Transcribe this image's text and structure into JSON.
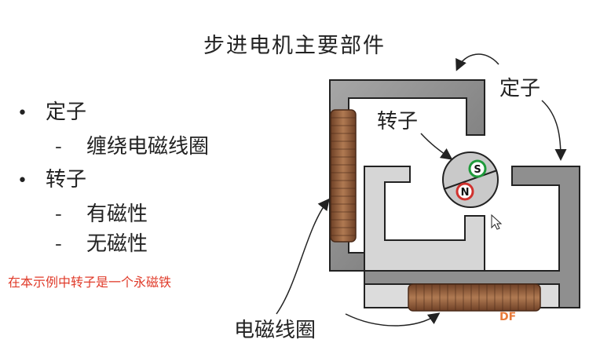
{
  "slide": {
    "title": "步进电机主要部件",
    "bullets": [
      {
        "label": "定子",
        "subs": [
          "缠绕电磁线圈"
        ]
      },
      {
        "label": "转子",
        "subs": [
          "有磁性",
          "无磁性"
        ]
      }
    ],
    "bullet_symbol": "•",
    "sub_symbol": "-",
    "note": "在本示例中转子是一个永磁铁"
  },
  "diagram": {
    "label_stator": "定子",
    "label_rotor": "转子",
    "label_coil": "电磁线圈",
    "rotor_poles": {
      "south": "S",
      "north": "N"
    },
    "colors": {
      "frame": "#8a8a8a",
      "coil": "#8b5a3c",
      "south_ring": "#1e9a3a",
      "north_ring": "#d0312d"
    }
  },
  "watermark": "DF"
}
